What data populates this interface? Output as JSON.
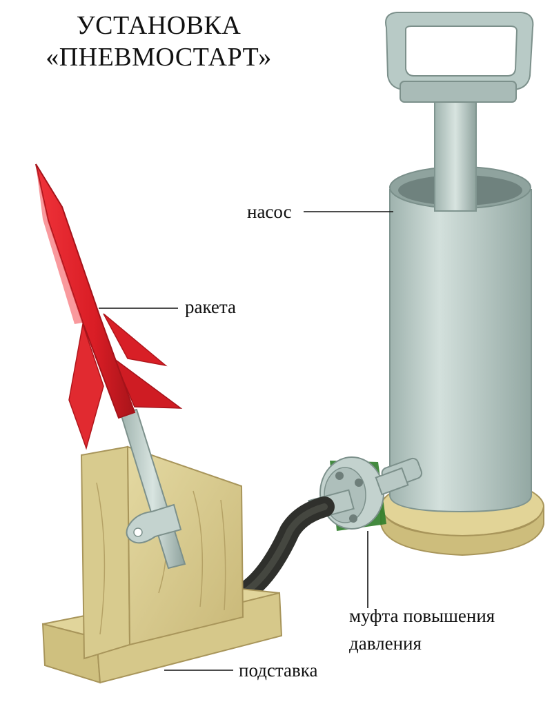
{
  "title": {
    "line1": "УСТАНОВКА",
    "line2": "«ПНЕВМОСТАРТ»"
  },
  "labels": {
    "pump": "насос",
    "rocket": "ракета",
    "coupling_line1": "муфта повышения",
    "coupling_line2": "давления",
    "stand": "подставка"
  },
  "colors": {
    "rocket_red": "#e8212a",
    "pump_body": "#b9cbc7",
    "wood": "#d9cc8e",
    "hose": "#3a3a35",
    "coupling_band": "#2f7d2a"
  }
}
